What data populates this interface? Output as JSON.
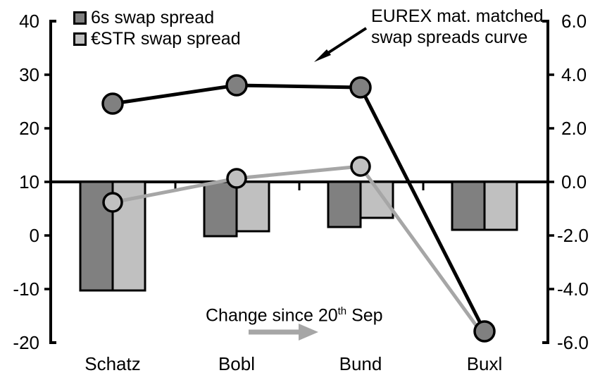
{
  "legend": {
    "items": [
      {
        "label": "6s swap spread",
        "color": "#808080",
        "name": "legend-6s-swap-spread"
      },
      {
        "label": "€STR swap spread",
        "color": "#c0c0c0",
        "name": "legend-estr-swap-spread"
      }
    ]
  },
  "annotations": {
    "eurex_line1": "EUREX mat. matched",
    "eurex_line2": "swap spreads curve",
    "change_prefix": "Change since 20",
    "change_sup": "th",
    "change_suffix": " Sep",
    "arrow_color": "#a6a6a6"
  },
  "colors": {
    "bar_dark": "#808080",
    "bar_light": "#c0c0c0",
    "line_dark": "#000000",
    "line_light": "#a6a6a6",
    "marker_fill": "#808080",
    "marker_fill_light": "#c0c0c0",
    "axis": "#000000"
  },
  "chart_data": {
    "type": "bar",
    "title": "",
    "xlabel": "",
    "categories": [
      "Schatz",
      "Bobl",
      "Bund",
      "Buxl"
    ],
    "left_axis": {
      "label": "",
      "ticks": [
        40,
        30,
        20,
        10,
        0,
        -10,
        -20
      ],
      "ylim": [
        -20,
        40
      ]
    },
    "right_axis": {
      "label": "",
      "ticks": [
        "6.0",
        "4.0",
        "2.0",
        "0.0",
        "-2.0",
        "-4.0",
        "-6.0"
      ],
      "tick_values": [
        6.0,
        4.0,
        2.0,
        0.0,
        -2.0,
        -4.0,
        -6.0
      ],
      "ylim": [
        -6.0,
        6.0
      ]
    },
    "grid": false,
    "legend_position": "top-left",
    "series": [
      {
        "name": "6s swap spread",
        "type": "bar",
        "axis": "right",
        "color": "#808080",
        "values": [
          -4.1,
          -1.9,
          -1.7,
          -1.8
        ]
      },
      {
        "name": "€STR swap spread",
        "type": "bar",
        "axis": "right",
        "color": "#c0c0c0",
        "values": [
          -4.1,
          -1.8,
          -1.5,
          -1.8
        ]
      },
      {
        "name": "EUREX mat. matched swap spreads curve",
        "type": "line",
        "axis": "left",
        "color": "#000000",
        "values": [
          24.6,
          28.0,
          27.4,
          -18.2
        ]
      },
      {
        "name": "EUREX mat. matched swap spreads curve (20 Sep)",
        "type": "line",
        "axis": "right",
        "color": "#a6a6a6",
        "values": [
          -0.8,
          0.1,
          0.6,
          -6.0
        ]
      }
    ]
  }
}
